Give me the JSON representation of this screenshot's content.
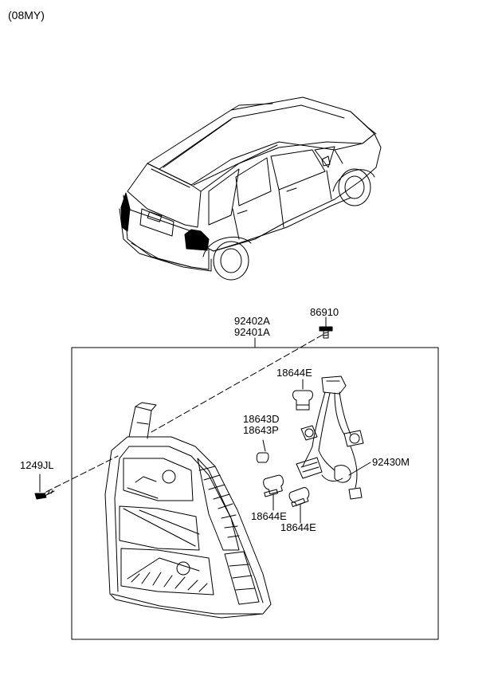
{
  "model_year": "(08MY)",
  "parts": {
    "lamp_assy_lh": "92401A",
    "lamp_assy_rh": "92402A",
    "screw_top": "86910",
    "screw_side": "1249JL",
    "bulb_upper": "18644E",
    "bulb_small_d": "18643D",
    "bulb_small_p": "18643P",
    "socket_wiring": "92430M",
    "bulb_lower_left": "18644E",
    "bulb_lower_right": "18644E"
  }
}
